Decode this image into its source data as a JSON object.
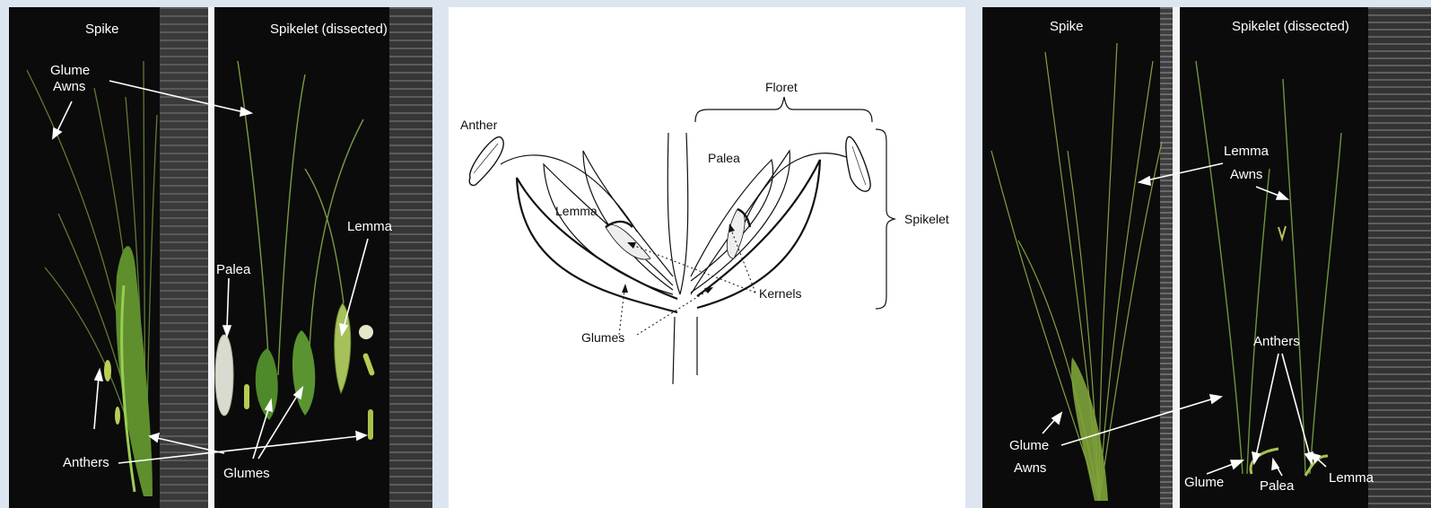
{
  "left_photo": {
    "headings": {
      "spike": "Spike",
      "spikelet": "Spikelet (dissected)"
    },
    "labels": {
      "glume_awns_1": "Glume",
      "glume_awns_2": "Awns",
      "palea": "Palea",
      "lemma": "Lemma",
      "anthers": "Anthers",
      "glumes": "Glumes"
    }
  },
  "diagram": {
    "labels": {
      "floret": "Floret",
      "anther": "Anther",
      "palea": "Palea",
      "lemma": "Lemma",
      "spikelet": "Spikelet",
      "kernels": "Kernels",
      "glumes": "Glumes"
    }
  },
  "right_photo": {
    "headings": {
      "spike": "Spike",
      "spikelet": "Spikelet (dissected)"
    },
    "labels": {
      "lemma_awns_1": "Lemma",
      "lemma_awns_2": "Awns",
      "anthers": "Anthers",
      "glume_awns_1": "Glume",
      "glume_awns_2": "Awns",
      "glume": "Glume",
      "palea": "Palea",
      "lemma": "Lemma"
    }
  },
  "colors": {
    "background": "#dde5f0",
    "photo_bg": "#0b0b0b",
    "plant": "#7fb23a",
    "annotation": "#ffffff"
  }
}
